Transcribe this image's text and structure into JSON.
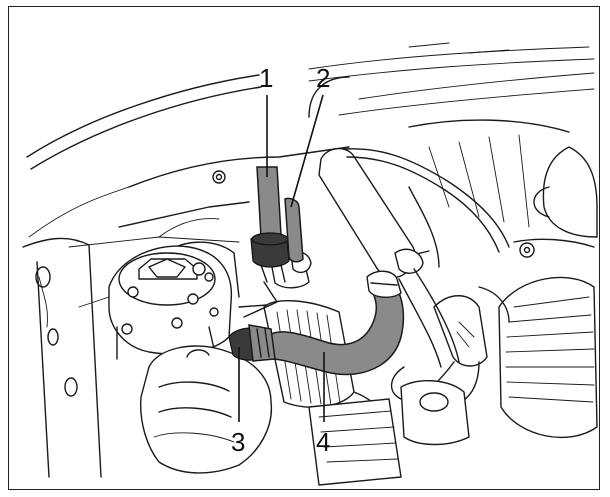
{
  "callouts": [
    {
      "id": "1",
      "label": "1"
    },
    {
      "id": "2",
      "label": "2"
    },
    {
      "id": "3",
      "label": "3"
    },
    {
      "id": "4",
      "label": "4"
    }
  ],
  "colors": {
    "line": "#1a1a1a",
    "highlight_hose": "#8a8a8a",
    "dark_clamp": "#3a3a3a",
    "background": "#ffffff"
  }
}
